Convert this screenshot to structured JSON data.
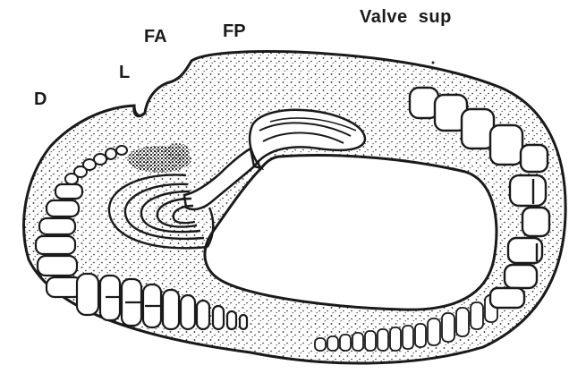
{
  "labels": {
    "d": "D",
    "l": "L",
    "fa": "FA",
    "fp": "FP",
    "valve_sup": "Valve  sup"
  },
  "colors": {
    "ink": "#1a1a1a",
    "paper": "#ffffff"
  }
}
